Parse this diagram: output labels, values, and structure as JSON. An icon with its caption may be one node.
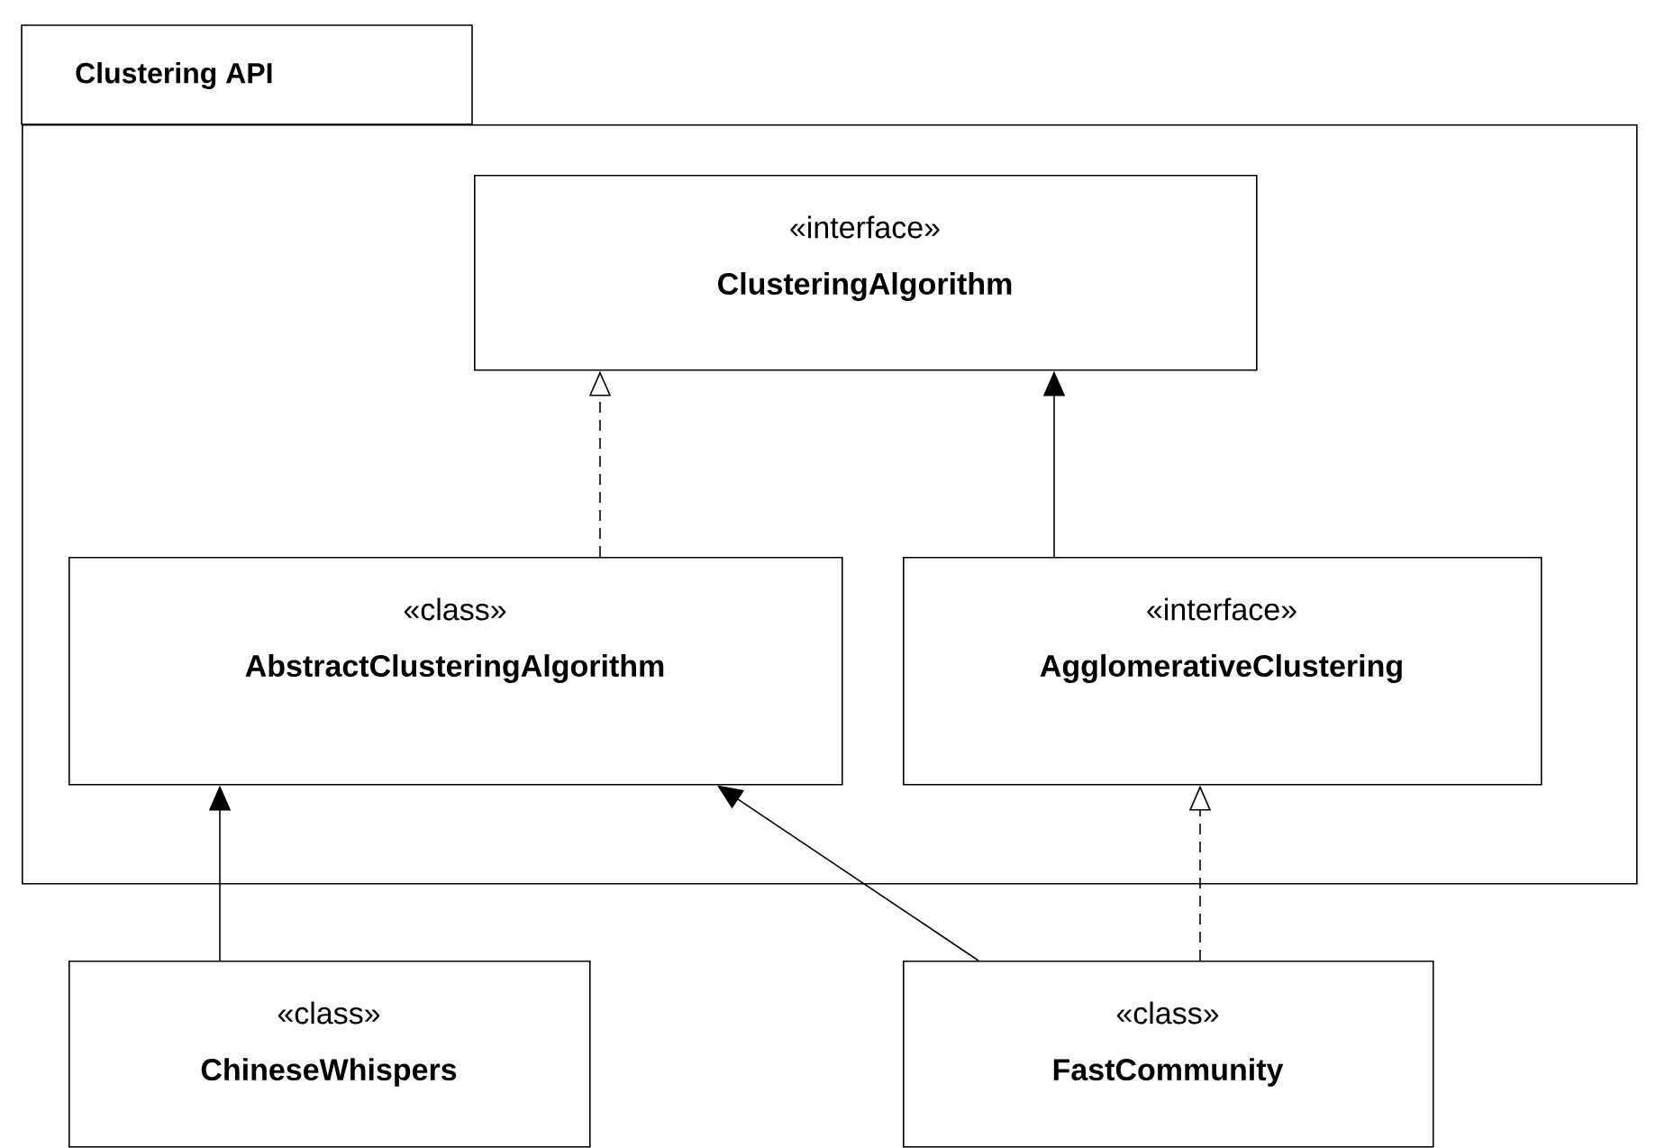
{
  "diagram": {
    "nodes": [
      {
        "text": [
          "Clustering API"
        ]
      },
      {
        "text": [
          "«interface»",
          "ClusteringAlgorithm"
        ],
        "in": 0
      },
      {
        "text": [
          "«class»",
          "AbstractClusteringAlgorithm"
        ],
        "in": 0
      },
      {
        "text": [
          "«interface»",
          "AgglomerativeClustering"
        ],
        "in": 0
      },
      {
        "text": [
          "«class»",
          "ChineseWhispers"
        ]
      },
      {
        "text": [
          "«class»",
          "FastCommunity"
        ]
      }
    ],
    "edges": [
      {
        "from": 2,
        "to": 1,
        "arrow": "to",
        "style": "dashed"
      },
      {
        "from": 3,
        "to": 1,
        "arrow": "to"
      },
      {
        "from": 4,
        "to": 2,
        "arrow": "to"
      },
      {
        "from": 5,
        "to": 2,
        "arrow": "to"
      },
      {
        "from": 5,
        "to": 3,
        "arrow": "to",
        "style": "dashed"
      }
    ]
  }
}
